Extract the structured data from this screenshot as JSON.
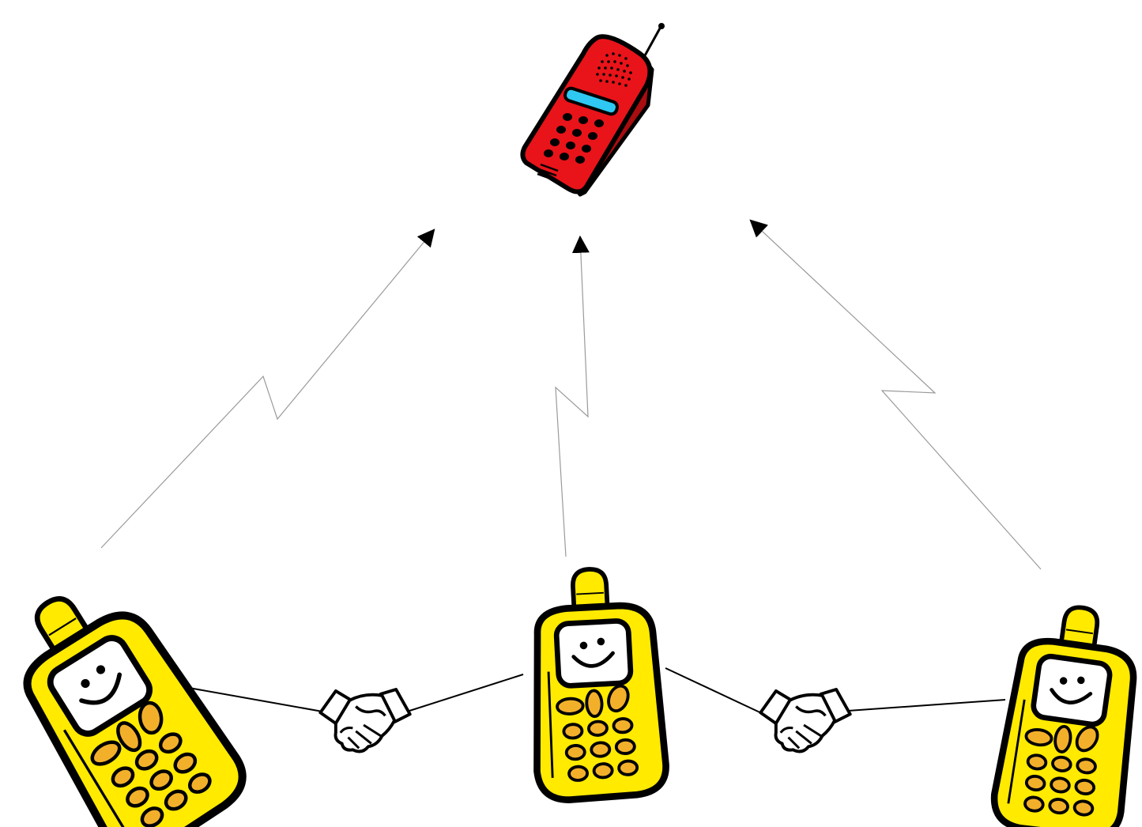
{
  "diagram": {
    "colors": {
      "background": "#ffffff",
      "outline": "#000000",
      "base_phone_body": "#e8141a",
      "base_phone_side": "#a80d10",
      "base_phone_screen": "#2ec8f2",
      "mobile_body": "#ffea00",
      "mobile_key": "#f2b02a",
      "mobile_face": "#ffffff",
      "uplink": "#9a9a9a",
      "link": "#000000",
      "hand": "#ffffff"
    },
    "nodes": [
      {
        "id": "base-phone",
        "kind": "base-phone",
        "icon": "red-cell-phone"
      },
      {
        "id": "mobile-left",
        "kind": "mobile-phone",
        "icon": "smiling-yellow-phone"
      },
      {
        "id": "mobile-center",
        "kind": "mobile-phone",
        "icon": "smiling-yellow-phone"
      },
      {
        "id": "mobile-right",
        "kind": "mobile-phone",
        "icon": "smiling-yellow-phone"
      }
    ],
    "uplinks": [
      {
        "from": "mobile-left",
        "to": "base-phone",
        "style": "lightning-arrow"
      },
      {
        "from": "mobile-center",
        "to": "base-phone",
        "style": "lightning-arrow"
      },
      {
        "from": "mobile-right",
        "to": "base-phone",
        "style": "lightning-arrow"
      }
    ],
    "peer_links": [
      {
        "from": "mobile-left",
        "to": "mobile-center",
        "icon": "handshake"
      },
      {
        "from": "mobile-center",
        "to": "mobile-right",
        "icon": "handshake"
      }
    ]
  }
}
